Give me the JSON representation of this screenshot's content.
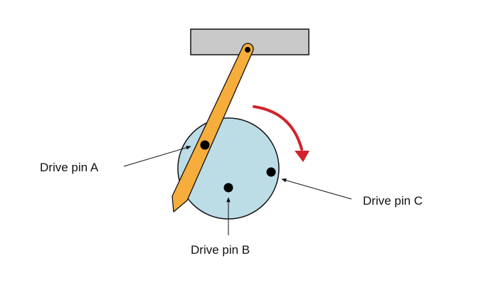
{
  "labels": {
    "pin_a": "Drive pin A",
    "pin_b": "Drive pin B",
    "pin_c": "Drive pin C"
  },
  "colors": {
    "mount_fill": "#c9c9c9",
    "mount_stroke": "#111111",
    "disk_fill": "#bcdce6",
    "disk_stroke": "#111111",
    "lever_fill": "#f7ad3c",
    "lever_stroke": "#111111",
    "rotation_arrow": "#d2232a",
    "pin": "#000000",
    "leader": "#111111"
  }
}
